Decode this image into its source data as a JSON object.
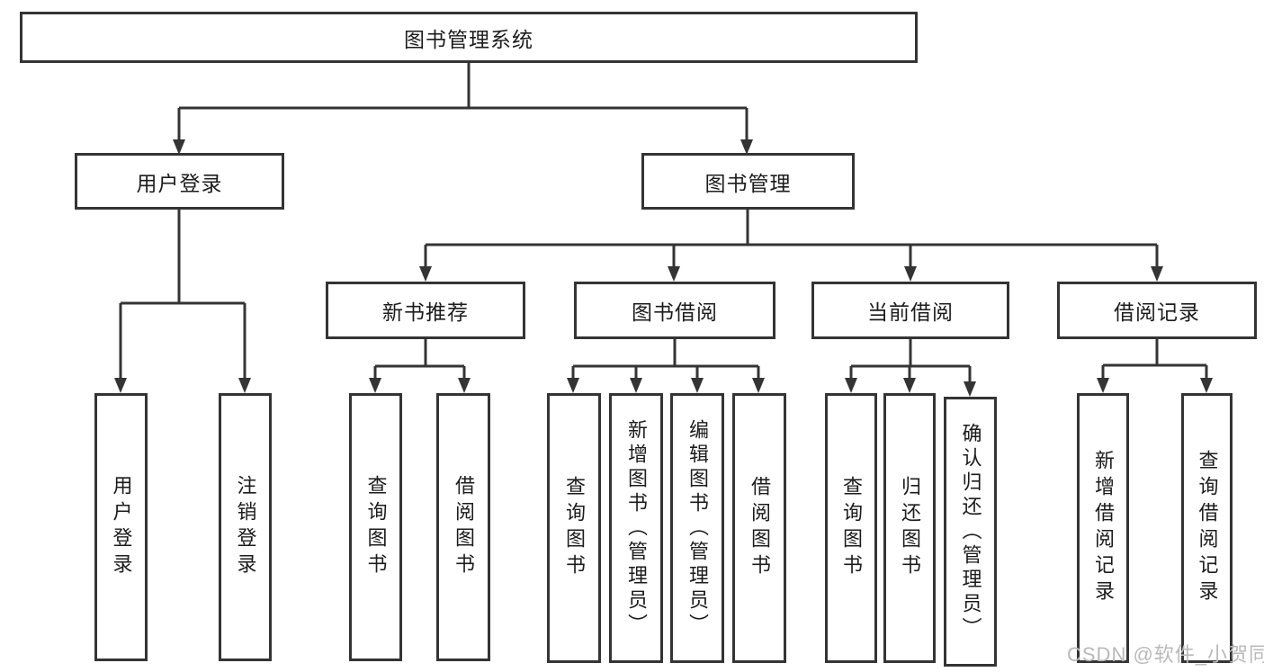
{
  "tree": {
    "label": "图书管理系统",
    "children": [
      {
        "label": "用户登录",
        "children": [
          {
            "label": "用户登录"
          },
          {
            "label": "注销登录"
          }
        ]
      },
      {
        "label": "图书管理",
        "children": [
          {
            "label": "新书推荐",
            "children": [
              {
                "label": "查询图书"
              },
              {
                "label": "借阅图书"
              }
            ]
          },
          {
            "label": "图书借阅",
            "children": [
              {
                "label": "查询图书"
              },
              {
                "label": "新增图书（管理员）"
              },
              {
                "label": "编辑图书（管理员）"
              },
              {
                "label": "借阅图书"
              }
            ]
          },
          {
            "label": "当前借阅",
            "children": [
              {
                "label": "查询图书"
              },
              {
                "label": "归还图书"
              },
              {
                "label": "确认归还（管理员）"
              }
            ]
          },
          {
            "label": "借阅记录",
            "children": [
              {
                "label": "新增借阅记录"
              },
              {
                "label": "查询借阅记录"
              }
            ]
          }
        ]
      }
    ]
  },
  "watermark": {
    "text": "CSDN @软件_小贺同学"
  },
  "colors": {
    "line": "#343434",
    "text": "#1c1c1c",
    "background": "#ffffff",
    "watermark": "#b9b9b9"
  }
}
